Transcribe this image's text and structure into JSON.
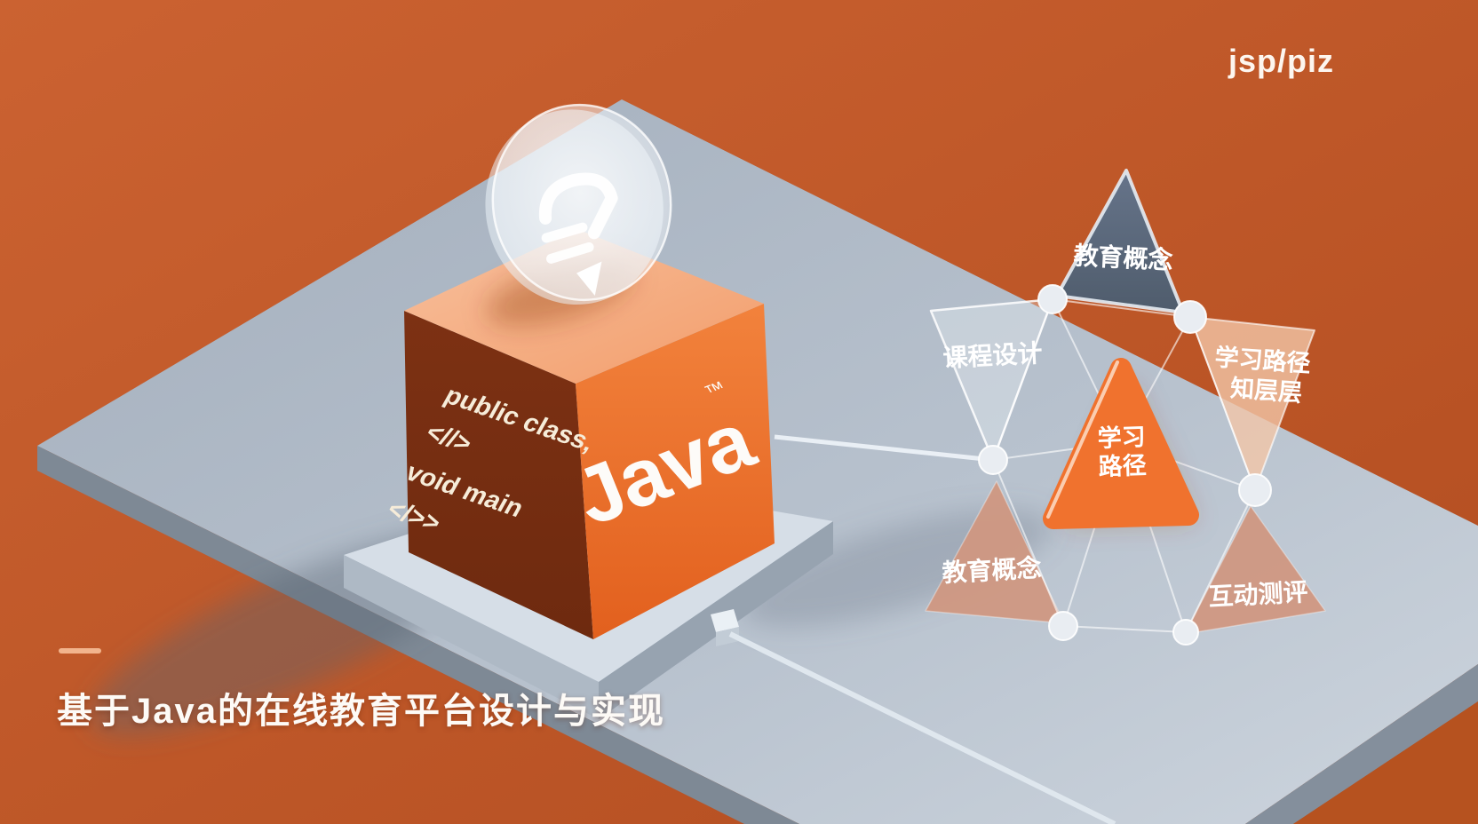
{
  "meta": {
    "watermark": "jsp/piz"
  },
  "title": {
    "text": "基于Java的在线教育平台设计与实现"
  },
  "cube": {
    "code_lines": [
      "public class,",
      "<//>",
      "void main",
      "</>>"
    ],
    "brand": "Java",
    "trademark": "™"
  },
  "diagram": {
    "top_label": "教育概念",
    "left_label": "课程设计",
    "right_label_1": "学习路径",
    "right_label_2": "知层层",
    "bottom_left_label": "教育概念",
    "bottom_right_label": "互动测评",
    "center_label_1": "学习",
    "center_label_2": "路径"
  },
  "colors": {
    "background_orange": "#c05526",
    "plane_gray": "#b3bdca",
    "plane_edge_dark": "#7e8995",
    "cube_left_face": "#7a2f12",
    "cube_right_face": "#ee7432",
    "cube_top_face": "#f4a97d",
    "cube_code_text": "#f6ecd9",
    "dark_triangle": "#5a6777",
    "salmon_triangle": "#cf9781",
    "peach_triangle": "#f3c6a8",
    "center_triangle_orange": "#f0722e",
    "node_circle": "#e9edf2",
    "label_white": "#ffffff",
    "accent_dash": "#f2b48d"
  }
}
